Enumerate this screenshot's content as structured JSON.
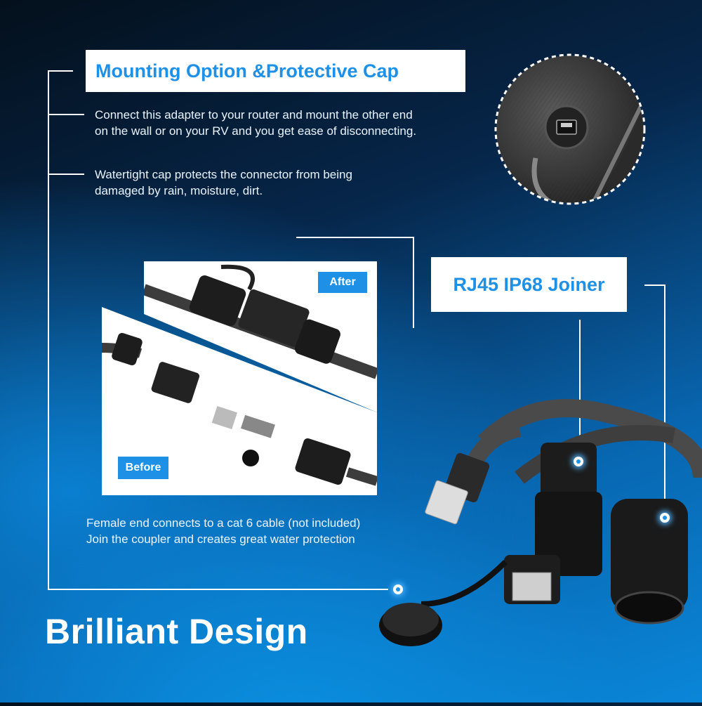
{
  "header": {
    "title": "Mounting Option &Protective Cap"
  },
  "descriptions": {
    "mount_text": "Connect this adapter to your router and mount the other end on the wall or on your RV and you get ease of disconnecting.",
    "cap_text": "Watertight cap protects the connector from being damaged by rain, moisture, dirt.",
    "female_end_line1": "Female end connects to a cat 6 cable (not included)",
    "female_end_line2": "Join the coupler and creates great water protection"
  },
  "badges": {
    "after": "After",
    "before": "Before"
  },
  "product": {
    "name": "RJ45 IP68 Joiner"
  },
  "footer": {
    "headline": "Brilliant Design"
  },
  "colors": {
    "accent": "#1e90e6",
    "background_dark": "#04101c",
    "background_light": "#0a86d8"
  }
}
